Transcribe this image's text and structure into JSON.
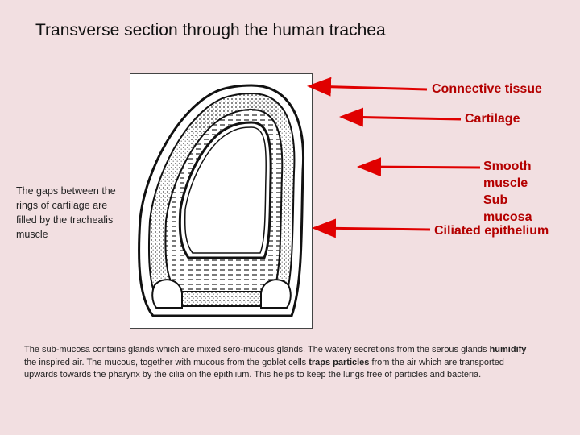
{
  "title": "Transverse section through the human trachea",
  "side_note": "The gaps between the rings of cartilage are filled by the trachealis muscle",
  "labels": {
    "connective_tissue": "Connective tissue",
    "cartilage": "Cartilage",
    "smooth_muscle": "Smooth muscle",
    "sub_mucosa": "Sub mucosa",
    "ciliated_epithelium": "Ciliated epithelium"
  },
  "caption": {
    "part1": "The sub-mucosa contains glands which are mixed sero-mucous glands. The watery secretions from the serous glands ",
    "bold1": "humidify",
    "part2": " the inspired air. The mucous, together with mucous from the goblet cells ",
    "bold2": "traps particles",
    "part3": " from the air which are transported upwards towards the pharynx by the cilia on the epithlium. This helps to keep the lungs free of particles and bacteria."
  },
  "colors": {
    "background": "#f2dfe1",
    "label": "#b40000",
    "arrow": "#e00000"
  }
}
